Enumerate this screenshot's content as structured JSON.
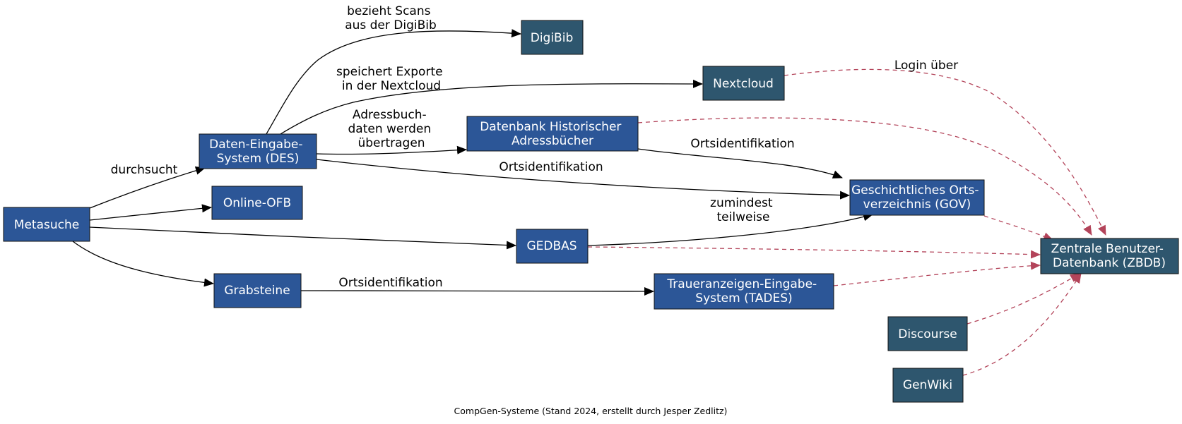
{
  "colors": {
    "system_node": "#2c5697",
    "external_node": "#2e566e",
    "dependency_edge": "#b3445a",
    "flow_edge": "#000000"
  },
  "nodes": {
    "metasuche": {
      "lines": [
        "Metasuche"
      ],
      "kind": "system"
    },
    "des": {
      "lines": [
        "Daten-Eingabe-",
        "System (DES)"
      ],
      "kind": "system"
    },
    "onlineofb": {
      "lines": [
        "Online-OFB"
      ],
      "kind": "system"
    },
    "grabsteine": {
      "lines": [
        "Grabsteine"
      ],
      "kind": "system"
    },
    "digibib": {
      "lines": [
        "DigiBib"
      ],
      "kind": "external"
    },
    "nextcloud": {
      "lines": [
        "Nextcloud"
      ],
      "kind": "external"
    },
    "dha": {
      "lines": [
        "Datenbank Historischer",
        "Adressbücher"
      ],
      "kind": "system"
    },
    "gedbas": {
      "lines": [
        "GEDBAS"
      ],
      "kind": "system"
    },
    "tades": {
      "lines": [
        "Traueranzeigen-Eingabe-",
        "System (TADES)"
      ],
      "kind": "system"
    },
    "gov": {
      "lines": [
        "Geschichtliches Orts-",
        "verzeichnis (GOV)"
      ],
      "kind": "system"
    },
    "discourse": {
      "lines": [
        "Discourse"
      ],
      "kind": "external"
    },
    "genwiki": {
      "lines": [
        "GenWiki"
      ],
      "kind": "external"
    },
    "zbdb": {
      "lines": [
        "Zentrale Benutzer-",
        "Datenbank (ZBDB)"
      ],
      "kind": "external"
    }
  },
  "edge_labels": {
    "durchsucht": [
      "durchsucht"
    ],
    "digibib_scans": [
      "bezieht Scans",
      "aus der DigiBib"
    ],
    "nextcloud_exports": [
      "speichert Exporte",
      "in der Nextcloud"
    ],
    "adressbuch": [
      "Adressbuch-",
      "daten werden",
      "übertragen"
    ],
    "des_gov": [
      "Ortsidentifikation"
    ],
    "dha_gov": [
      "Ortsidentifikation"
    ],
    "gedbas_gov": [
      "zumindest",
      "teilweise"
    ],
    "grabsteine_tades": [
      "Ortsidentifikation"
    ],
    "login": [
      "Login über"
    ]
  },
  "caption": "CompGen-Systeme (Stand 2024, erstellt durch Jesper Zedlitz)"
}
